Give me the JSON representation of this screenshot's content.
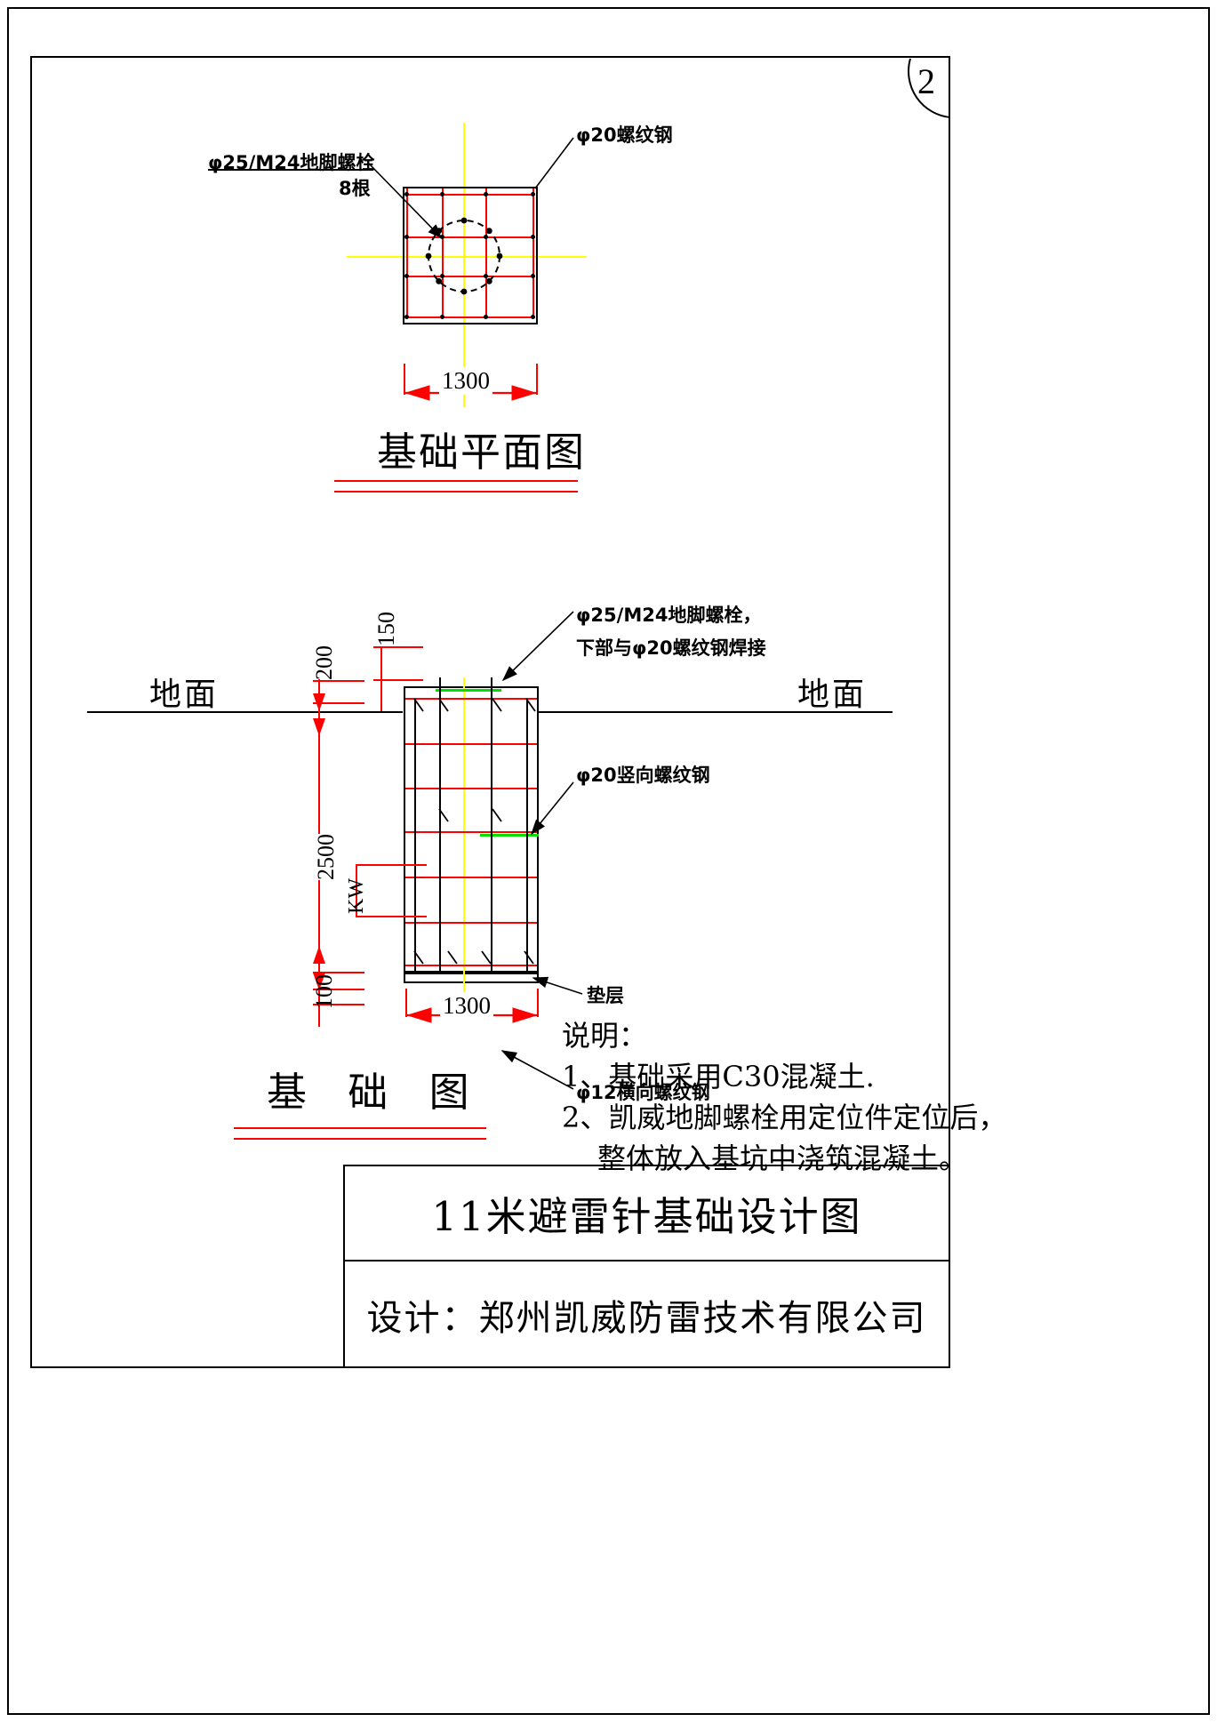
{
  "sheet": {
    "number": "2"
  },
  "plan_view": {
    "title": "基础平面图",
    "labels": {
      "anchor_bolt_line1": "φ25/M24地脚螺栓",
      "anchor_bolt_line2": "8根",
      "rebar": "φ20螺纹钢"
    },
    "dimensions": {
      "width": "1300"
    }
  },
  "section_view": {
    "title": "基 础 图",
    "ground_left": "地面",
    "ground_right": "地面",
    "labels": {
      "anchor_bolt_line1": "φ25/M24地脚螺栓，",
      "anchor_bolt_line2": "下部与φ20螺纹钢焊接",
      "vertical_rebar": "φ20竖向螺纹钢",
      "horizontal_rebar": "φ12横向螺纹钢",
      "cushion": "垫层"
    },
    "dimensions": {
      "above_ground": "200",
      "bolt_projection": "150",
      "depth": "2500",
      "cushion_thickness": "100",
      "width": "1300",
      "kw_mark": "KW"
    }
  },
  "notes": {
    "heading": "说明：",
    "items": [
      "1、基础采用C30混凝土.",
      "2、凯威地脚螺栓用定位件定位后，",
      "   整体放入基坑中浇筑混凝土。"
    ],
    "item1": "1、基础采用C30混凝土.",
    "item2": "2、凯威地脚螺栓用定位件定位后，",
    "item3": "整体放入基坑中浇筑混凝土。"
  },
  "title_block": {
    "drawing_title": "11米避雷针基础设计图",
    "designer": "设计：郑州凯威防雷技术有限公司"
  },
  "colors": {
    "rebar_red": "#ff0000",
    "centerline_yellow": "#ffff00",
    "weld_green": "#00e000",
    "line_black": "#000000"
  }
}
